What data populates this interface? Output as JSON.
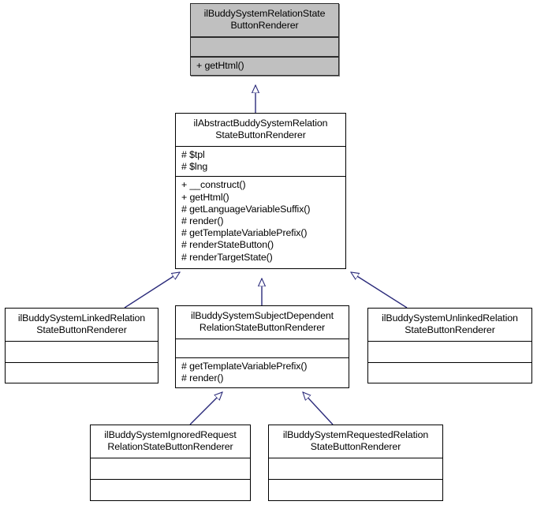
{
  "diagram": {
    "type": "uml-class-diagram",
    "title": "ilBuddySystemRelationStateButtonRenderer inheritance diagram",
    "background_color": "#ffffff",
    "edge_color": "#2a2a7a",
    "root_fill_color": "#c0c0c0",
    "class_fill_color": "#ffffff",
    "border_color": "#000000",
    "relationship": "generalization"
  },
  "classes": [
    {
      "id": "root",
      "name": "ilBuddySystemRelationState\nButtonRenderer",
      "attributes": "",
      "operations": "+ getHtml()",
      "is_root": true
    },
    {
      "id": "abstract",
      "name": "ilAbstractBuddySystemRelation\nStateButtonRenderer",
      "attributes": "# $tpl\n# $lng",
      "operations": "+ __construct()\n+ getHtml()\n# getLanguageVariableSuffix()\n# render()\n# getTemplateVariablePrefix()\n# renderStateButton()\n# renderTargetState()",
      "is_root": false
    },
    {
      "id": "linked",
      "name": "ilBuddySystemLinkedRelation\nStateButtonRenderer",
      "attributes": "",
      "operations": "",
      "is_root": false
    },
    {
      "id": "subject-dependent",
      "name": "ilBuddySystemSubjectDependent\nRelationStateButtonRenderer",
      "attributes": "",
      "operations": "# getTemplateVariablePrefix()\n# render()",
      "is_root": false
    },
    {
      "id": "unlinked",
      "name": "ilBuddySystemUnlinkedRelation\nStateButtonRenderer",
      "attributes": "",
      "operations": "",
      "is_root": false
    },
    {
      "id": "ignored-request",
      "name": "ilBuddySystemIgnoredRequest\nRelationStateButtonRenderer",
      "attributes": "",
      "operations": "",
      "is_root": false
    },
    {
      "id": "requested",
      "name": "ilBuddySystemRequestedRelation\nStateButtonRenderer",
      "attributes": "",
      "operations": "",
      "is_root": false
    }
  ],
  "edges": [
    {
      "from": "abstract",
      "to": "root",
      "label": ""
    },
    {
      "from": "linked",
      "to": "abstract",
      "label": ""
    },
    {
      "from": "subject-dependent",
      "to": "abstract",
      "label": ""
    },
    {
      "from": "unlinked",
      "to": "abstract",
      "label": ""
    },
    {
      "from": "ignored-request",
      "to": "subject-dependent",
      "label": ""
    },
    {
      "from": "requested",
      "to": "subject-dependent",
      "label": ""
    }
  ]
}
